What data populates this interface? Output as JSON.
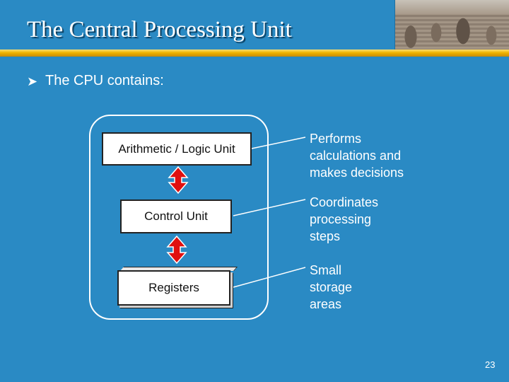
{
  "slide": {
    "title": "The Central Processing Unit",
    "bullet": "The CPU contains:",
    "components": [
      {
        "label": "Arithmetic / Logic Unit",
        "description_lines": [
          "Performs",
          "calculations and",
          "makes decisions"
        ]
      },
      {
        "label": "Control Unit",
        "description_lines": [
          "Coordinates",
          "processing",
          "steps"
        ]
      },
      {
        "label": "Registers",
        "description_lines": [
          "Small",
          "storage",
          "areas"
        ]
      }
    ],
    "page_number": "23"
  },
  "colors": {
    "background": "#2a8ac4",
    "title_bar": "#f0b400",
    "arrow_fill": "#e01010"
  },
  "icons": {
    "bullet": "arrowhead-bullet-icon",
    "connector": "double-headed-arrow-icon"
  }
}
